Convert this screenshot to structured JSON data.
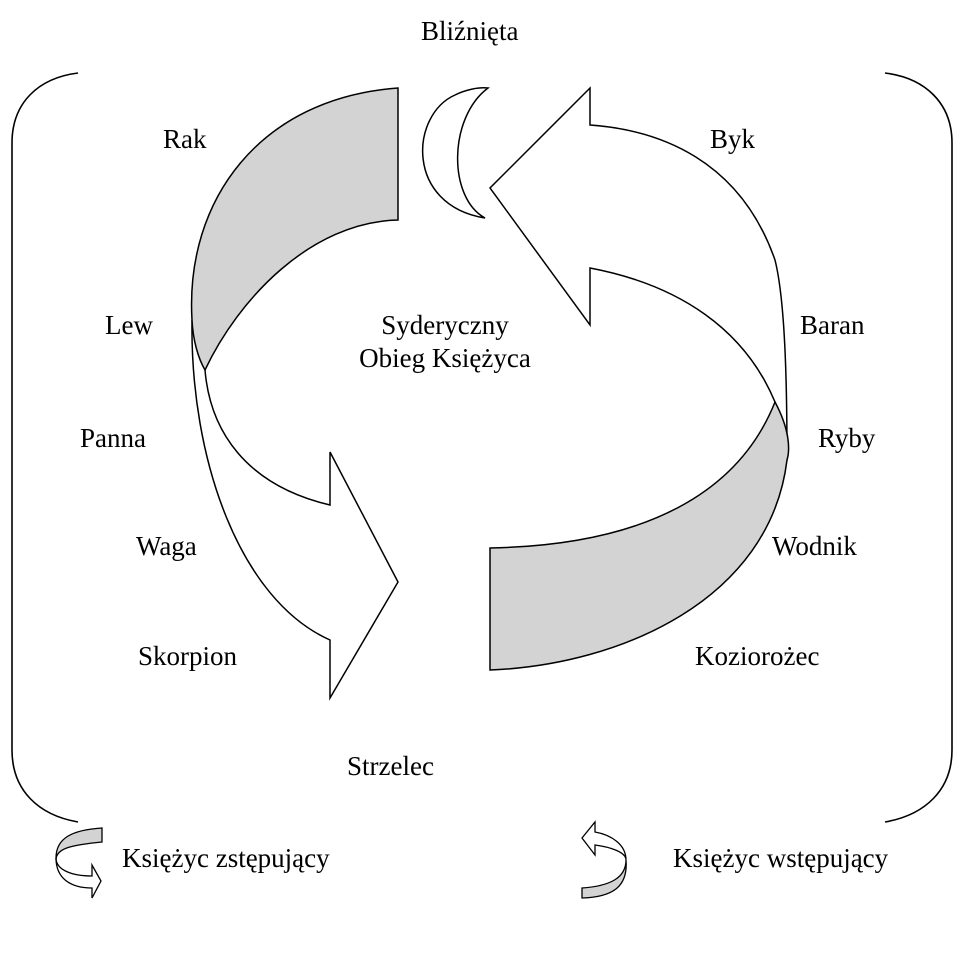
{
  "colors": {
    "fill": "#d3d3d3",
    "stroke": "#000000",
    "background": "#ffffff"
  },
  "center": {
    "line1": "Syderyczny",
    "line2": "Obieg Księżyca"
  },
  "signs": {
    "top": "Bliźnięta",
    "rak": "Rak",
    "byk": "Byk",
    "lew": "Lew",
    "baran": "Baran",
    "panna": "Panna",
    "ryby": "Ryby",
    "waga": "Waga",
    "wodnik": "Wodnik",
    "skorpion": "Skorpion",
    "koziorozec": "Koziorożec",
    "bottom": "Strzelec"
  },
  "legend": {
    "descending": "Księżyc zstępujący",
    "ascending": "Księżyc wstępujący"
  }
}
